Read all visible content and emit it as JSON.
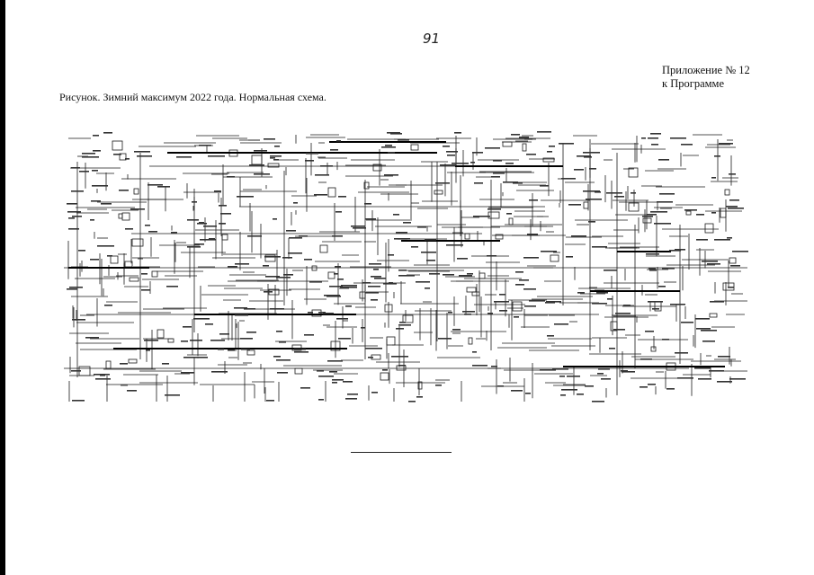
{
  "page": {
    "number": "91"
  },
  "header": {
    "appendix_line1": "Приложение № 12",
    "appendix_line2": "к Программе"
  },
  "figure": {
    "caption": "Рисунок. Зимний максимум 2022 года. Нормальная схема."
  }
}
